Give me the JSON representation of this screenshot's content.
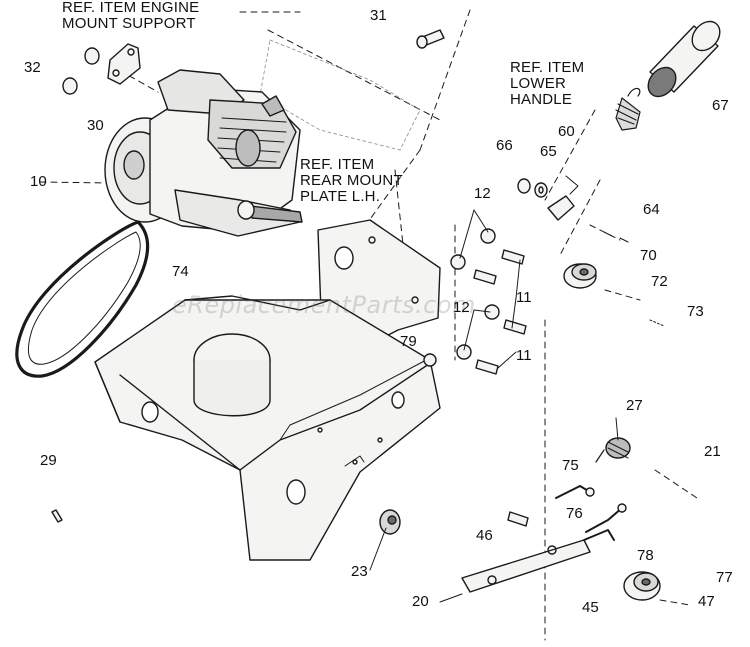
{
  "refs": {
    "engine_mount": [
      "REF. ITEM ENGINE",
      "MOUNT SUPPORT"
    ],
    "lower_handle": [
      "REF. ITEM",
      "LOWER",
      "HANDLE"
    ],
    "rear_mount": [
      "REF. ITEM",
      "REAR MOUNT",
      "PLATE L.H."
    ]
  },
  "watermark": "eReplacementParts.com",
  "parts": {
    "p31": "31",
    "p32": "32",
    "p30": "30",
    "p10": "10",
    "p74": "74",
    "p67": "67",
    "p60": "60",
    "p66": "66",
    "p65": "65",
    "p64": "64",
    "p12a": "12",
    "p12b": "12",
    "p11a": "11",
    "p11b": "11",
    "p70": "70",
    "p72": "72",
    "p73": "73",
    "p79": "79",
    "p27": "27",
    "p21": "21",
    "p75": "75",
    "p76": "76",
    "p46": "46",
    "p29": "29",
    "p23": "23",
    "p78": "78",
    "p20": "20",
    "p45": "45",
    "p77": "77",
    "p47": "47"
  },
  "colors": {
    "line": "#1a1a1a",
    "fill": "#f4f4f2",
    "shade": "#9a9a9a"
  }
}
